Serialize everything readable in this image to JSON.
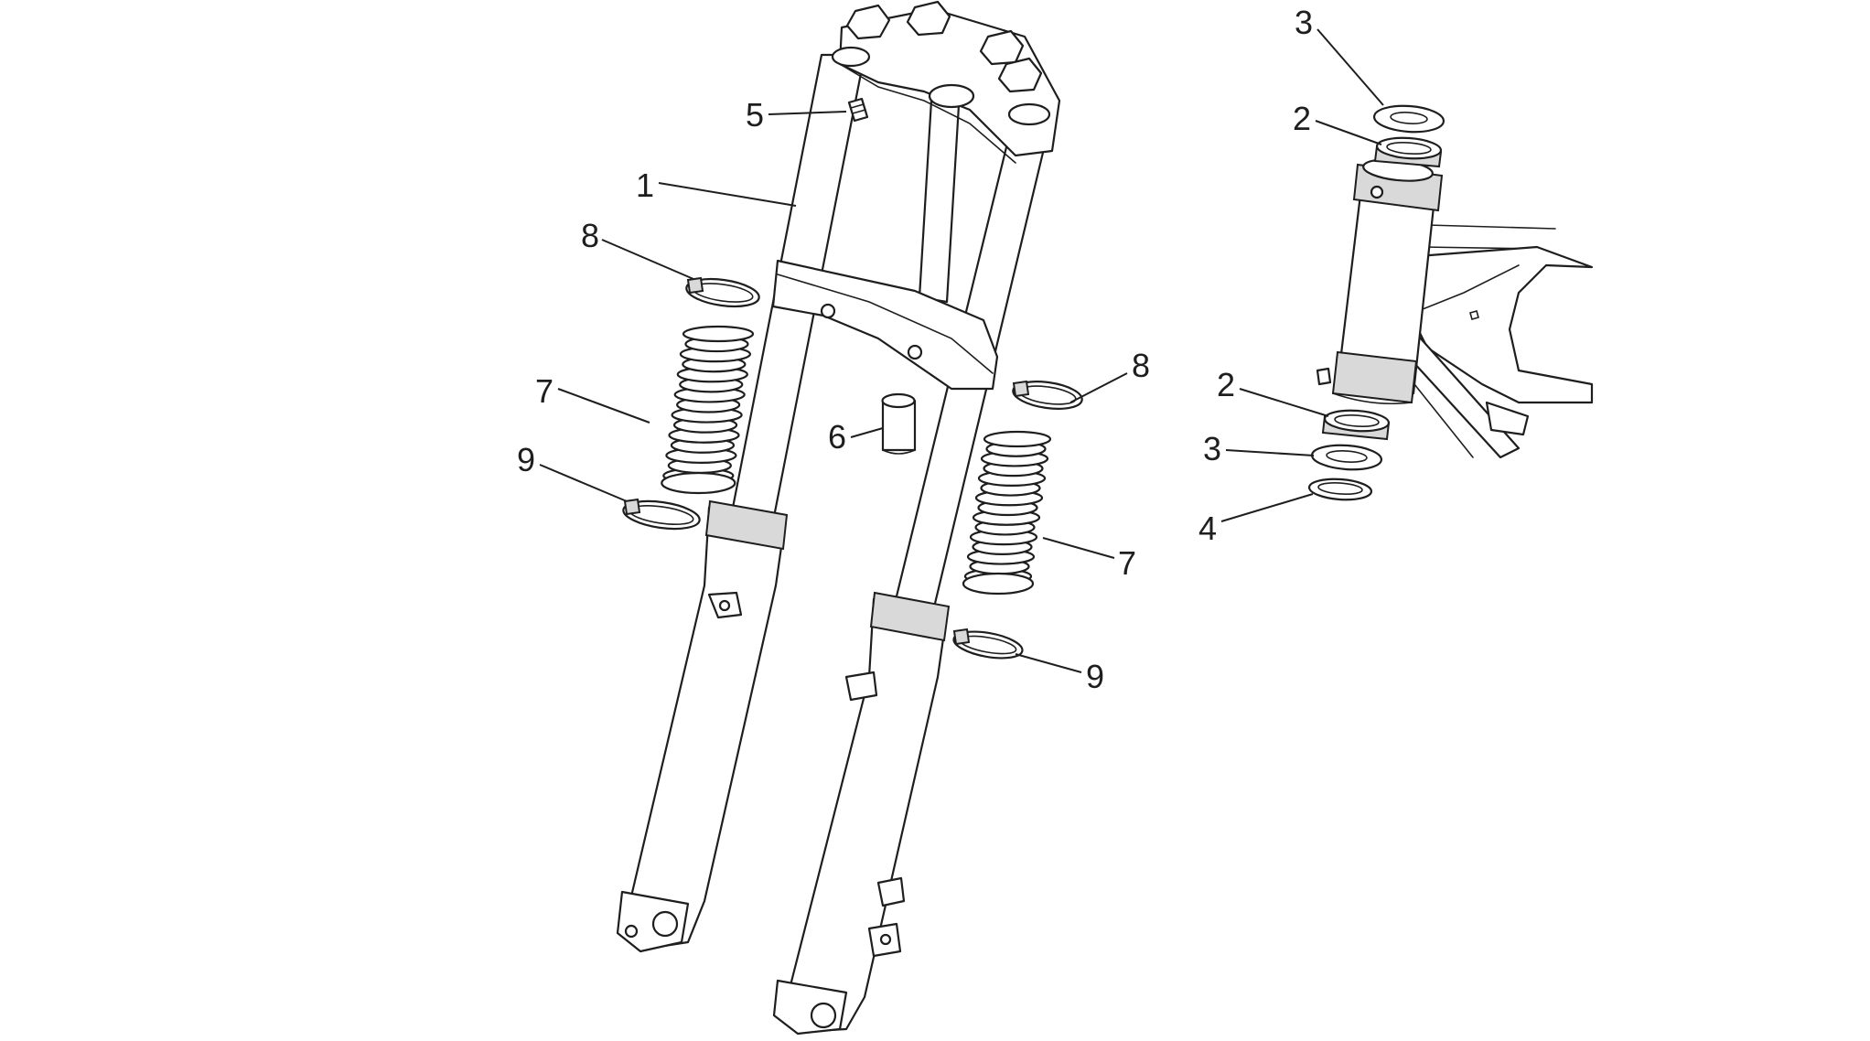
{
  "diagram": {
    "kind": "exploded parts diagram",
    "subject_parts": [
      {
        "part": "front fork assembly"
      },
      {
        "part": "steering head bearing"
      },
      {
        "part": "bearing race / washer"
      },
      {
        "part": "washer"
      },
      {
        "part": "bleed screw"
      },
      {
        "part": "spacer sleeve"
      },
      {
        "part": "dust boot"
      },
      {
        "part": "upper hose clamp"
      },
      {
        "part": "lower hose clamp"
      }
    ],
    "callouts": [
      {
        "label": "1"
      },
      {
        "label": "2"
      },
      {
        "label": "2"
      },
      {
        "label": "3"
      },
      {
        "label": "3"
      },
      {
        "label": "4"
      },
      {
        "label": "5"
      },
      {
        "label": "6"
      },
      {
        "label": "7"
      },
      {
        "label": "7"
      },
      {
        "label": "8"
      },
      {
        "label": "8"
      },
      {
        "label": "9"
      },
      {
        "label": "9"
      }
    ],
    "colors": {
      "line": "#1e1e1e",
      "background": "#ffffff",
      "shade": "#d9d9d9"
    }
  }
}
